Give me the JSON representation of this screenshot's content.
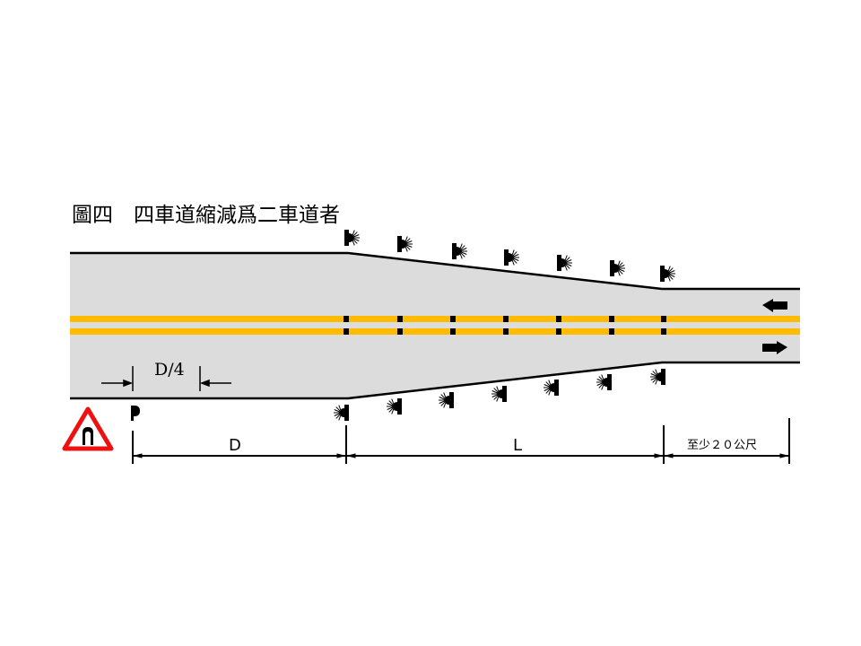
{
  "title": "圖四　四車道縮減爲二車道者",
  "labels": {
    "d_quarter": "D/4",
    "d": "D",
    "l": "L",
    "min_length": "至少２０公尺"
  },
  "colors": {
    "road": "#dcdcdc",
    "centerline": "#ffbb00",
    "sign_border": "#ee1111"
  },
  "icons": [
    "warning-lane-reduction-sign",
    "flashing-warning-lamp",
    "direction-arrow-left",
    "direction-arrow-right"
  ]
}
